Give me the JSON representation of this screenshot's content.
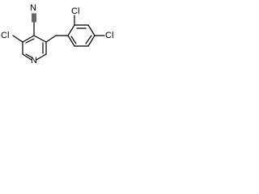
{
  "structure": {
    "atoms": {
      "nitrile_n": "N",
      "left_chlorine": "Cl",
      "ring_nitrogen": "N",
      "top_phenyl_chlorine": "Cl",
      "right_chlorine": "Cl"
    }
  },
  "colors": {
    "bond": "#000000",
    "label": "#000000",
    "background": "#ffffff"
  }
}
